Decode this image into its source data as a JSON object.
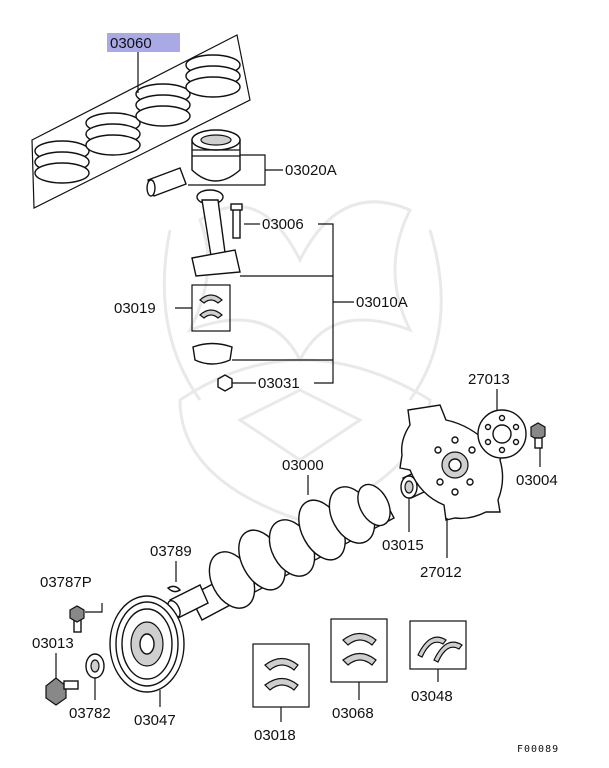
{
  "highlight_color": "#a9a9e6",
  "figure_code": "F00089",
  "labels": {
    "p03060": "03060",
    "p03020a": "03020A",
    "p03006": "03006",
    "p03019": "03019",
    "p03010a": "03010A",
    "p03031": "03031",
    "p03000": "03000",
    "p27013": "27013",
    "p03004": "03004",
    "p03015": "03015",
    "p27012": "27012",
    "p03789": "03789",
    "p03787p": "03787P",
    "p03013": "03013",
    "p03782": "03782",
    "p03047": "03047",
    "p03018": "03018",
    "p03068": "03068",
    "p03048": "03048"
  }
}
